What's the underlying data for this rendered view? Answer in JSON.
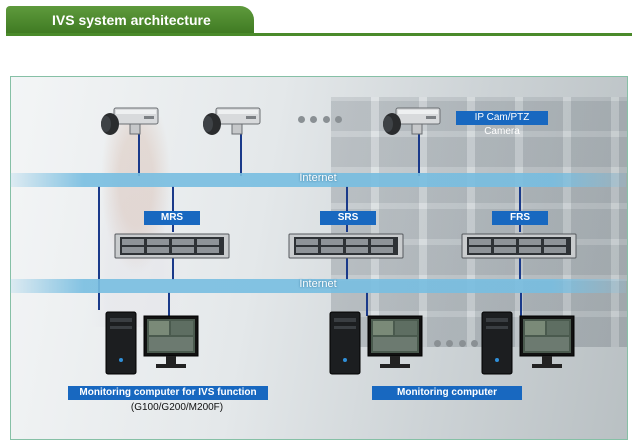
{
  "header": {
    "title": "IVS system architecture"
  },
  "diagram": {
    "camera_label": "IP Cam/PTZ Camera",
    "network_top_label": "Internet",
    "network_bottom_label": "Internet",
    "servers": [
      {
        "label": "MRS"
      },
      {
        "label": "SRS"
      },
      {
        "label": "FRS"
      }
    ],
    "computers": {
      "ivs_label": "Monitoring computer for IVS function",
      "ivs_models": "(G100/G200/M200F)",
      "monitor_label": "Monitoring computer"
    }
  }
}
